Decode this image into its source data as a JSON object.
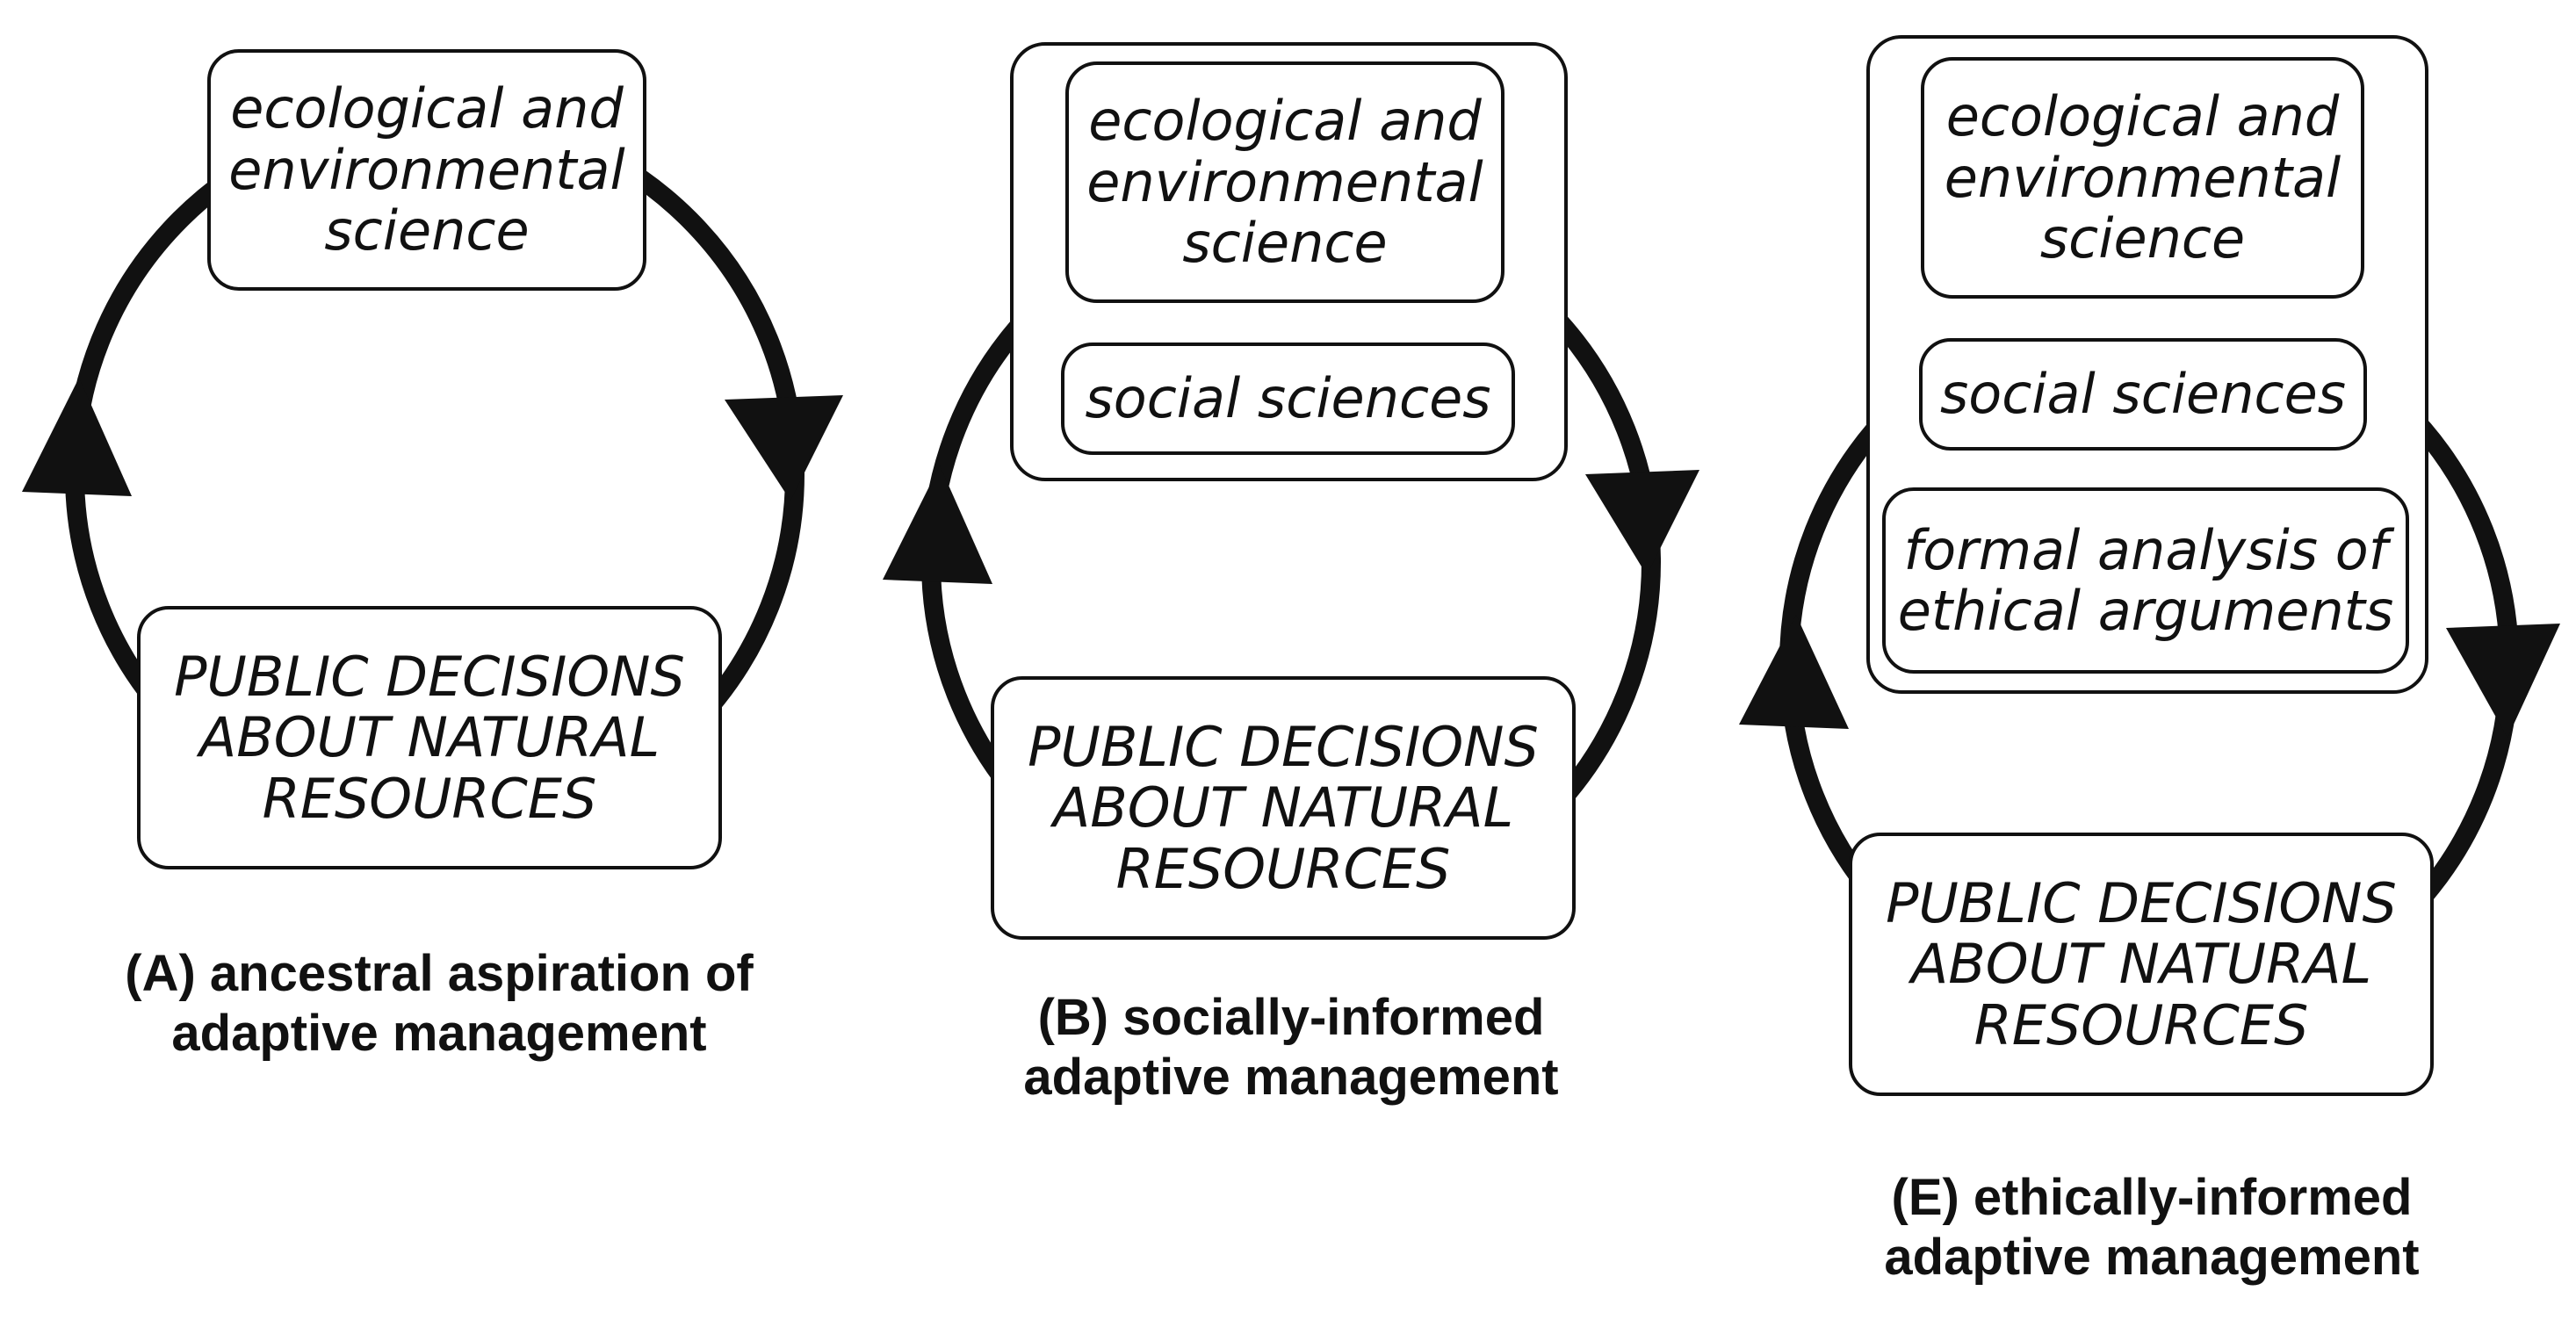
{
  "panels": [
    {
      "id": "A",
      "science_boxes": [
        [
          "ecological and",
          "environmental",
          "science"
        ]
      ],
      "decision_box": [
        "PUBLIC DECISIONS",
        "ABOUT NATURAL",
        "RESOURCES"
      ],
      "caption": [
        "(A) ancestral aspiration of",
        "adaptive management"
      ]
    },
    {
      "id": "B",
      "science_boxes": [
        [
          "ecological and",
          "environmental",
          "science"
        ],
        [
          "social sciences"
        ]
      ],
      "decision_box": [
        "PUBLIC DECISIONS",
        "ABOUT NATURAL",
        "RESOURCES"
      ],
      "caption": [
        "(B) socially-informed",
        "adaptive management"
      ]
    },
    {
      "id": "E",
      "science_boxes": [
        [
          "ecological and",
          "environmental",
          "science"
        ],
        [
          "social sciences"
        ],
        [
          "formal analysis of",
          "ethical arguments"
        ]
      ],
      "decision_box": [
        "PUBLIC DECISIONS",
        "ABOUT NATURAL",
        "RESOURCES"
      ],
      "caption": [
        "(E) ethically-informed",
        "adaptive management"
      ]
    }
  ],
  "colors": {
    "stroke": "#111111",
    "background": "#ffffff"
  }
}
